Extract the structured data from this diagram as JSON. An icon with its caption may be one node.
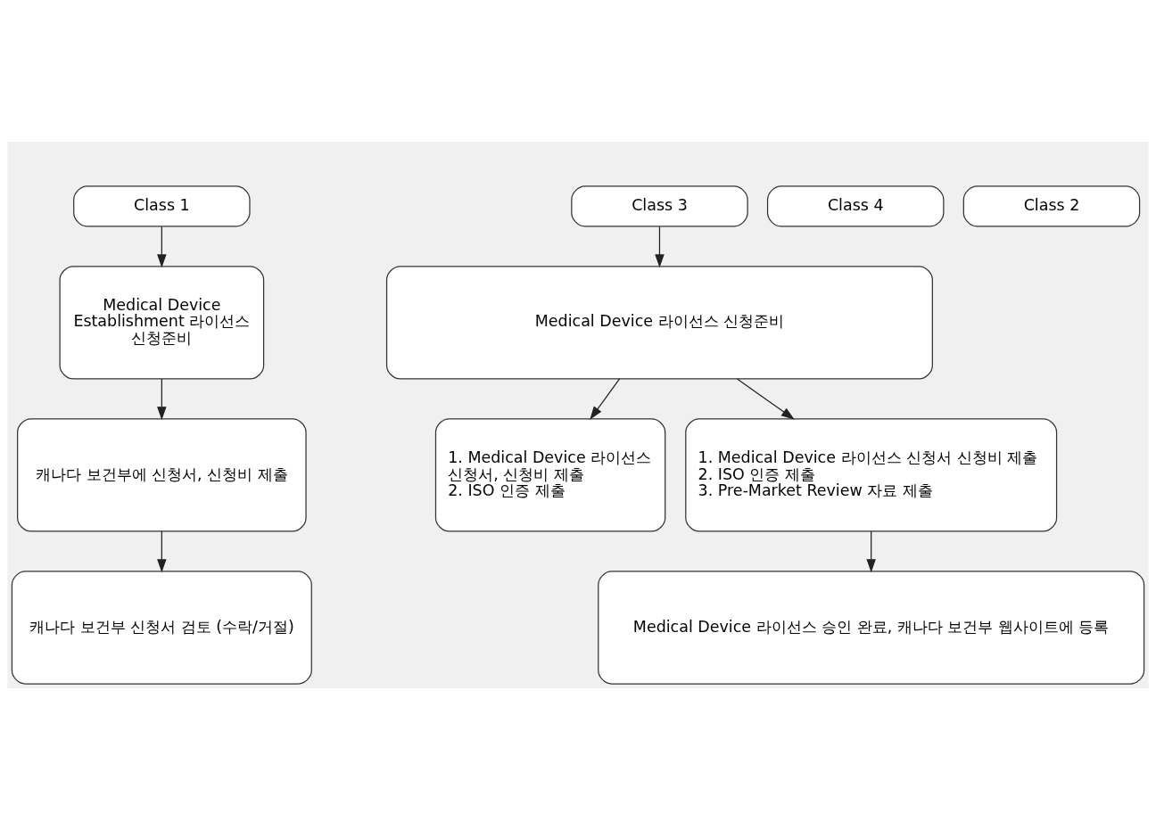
{
  "diagram": {
    "nodes": [
      {
        "text": [
          "Class 1"
        ]
      },
      {
        "text": [
          "Class 2"
        ]
      },
      {
        "text": [
          "Class 3"
        ]
      },
      {
        "text": [
          "Class 4"
        ]
      },
      {
        "text": [
          "Medical Device Establishment 라이선스 신청준비"
        ]
      },
      {
        "text": [
          "Medical Device 라이선스 신청준비"
        ]
      },
      {
        "text": [
          "캐나다 보건부에 신청서, 신청비 제출"
        ]
      },
      {
        "text": [
          "1. Medical Device 라이선스 신청서, 신청비 제출",
          "2. ISO 인증 제출"
        ]
      },
      {
        "text": [
          "1. Medical Device 라이선스 신청서 신청비 제출",
          "2. ISO 인증 제출",
          "3. Pre-Market Review 자료 제출"
        ]
      },
      {
        "text": [
          "캐나다 보건부 신청서 검토 (수락/거절)"
        ]
      },
      {
        "text": [
          "Medical Device 라이선스 승인 완료, 캐나다 보건부 웹사이트에 등록"
        ]
      }
    ],
    "edges": [
      {
        "from": 0,
        "to": 4,
        "arrow": "to"
      },
      {
        "from": 2,
        "to": 5,
        "arrow": "to"
      },
      {
        "from": 4,
        "to": 6,
        "arrow": "to"
      },
      {
        "from": 5,
        "to": 7,
        "arrow": "to"
      },
      {
        "from": 5,
        "to": 8,
        "arrow": "to"
      },
      {
        "from": 6,
        "to": 9,
        "arrow": "to"
      },
      {
        "from": 8,
        "to": 10,
        "arrow": "to"
      }
    ]
  }
}
